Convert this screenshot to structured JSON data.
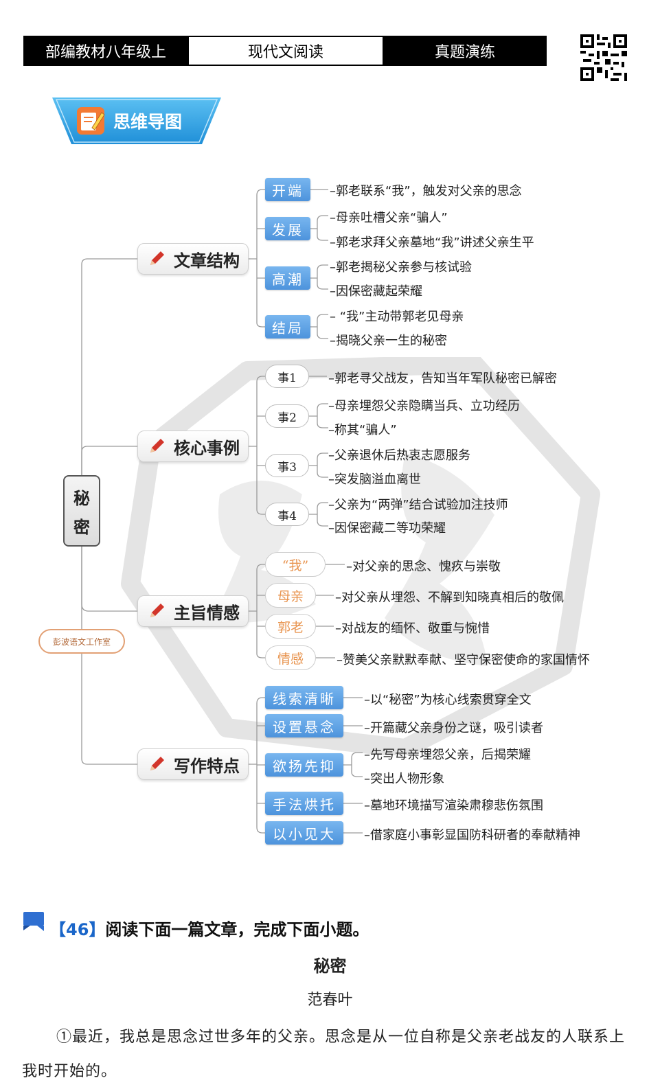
{
  "header": {
    "left": "部编教材八年级上",
    "middle": "现代文阅读",
    "right": "真题演练"
  },
  "banner": {
    "label": "思维导图"
  },
  "watermark_stamp": "彭波语文工作室",
  "mindmap": {
    "root": [
      "秘",
      "密"
    ],
    "branches": [
      {
        "label": "文章结构",
        "children": [
          {
            "tag": "开端",
            "leaves": [
              "–郭老联系“我”，触发对父亲的思念"
            ]
          },
          {
            "tag": "发展",
            "leaves": [
              "–母亲吐槽父亲“骗人”",
              "–郭老求拜父亲墓地“我”讲述父亲生平"
            ]
          },
          {
            "tag": "高潮",
            "leaves": [
              "–郭老揭秘父亲参与核试验",
              "–因保密藏起荣耀"
            ]
          },
          {
            "tag": "结局",
            "leaves": [
              "– “我”主动带郭老见母亲",
              "–揭晓父亲一生的秘密"
            ]
          }
        ]
      },
      {
        "label": "核心事例",
        "children": [
          {
            "tag": "事1",
            "leaves": [
              "–郭老寻父战友，告知当年军队秘密已解密"
            ]
          },
          {
            "tag": "事2",
            "leaves": [
              "–母亲埋怨父亲隐瞒当兵、立功经历",
              "–称其“骗人”"
            ]
          },
          {
            "tag": "事3",
            "leaves": [
              "–父亲退休后热衷志愿服务",
              "–突发脑溢血离世"
            ]
          },
          {
            "tag": "事4",
            "leaves": [
              "–父亲为“两弹”结合试验加注技师",
              "–因保密藏二等功荣耀"
            ]
          }
        ]
      },
      {
        "label": "主旨情感",
        "children": [
          {
            "tag": "“我”",
            "leaves": [
              "–对父亲的思念、愧疚与崇敬"
            ]
          },
          {
            "tag": "母亲",
            "leaves": [
              "–对父亲从埋怨、不解到知晓真相后的敬佩"
            ]
          },
          {
            "tag": "郭老",
            "leaves": [
              "–对战友的缅怀、敬重与惋惜"
            ]
          },
          {
            "tag": "情感",
            "leaves": [
              "–赞美父亲默默奉献、坚守保密使命的家国情怀"
            ]
          }
        ]
      },
      {
        "label": "写作特点",
        "children": [
          {
            "tag": "线索清晰",
            "leaves": [
              "–以“秘密”为核心线索贯穿全文"
            ]
          },
          {
            "tag": "设置悬念",
            "leaves": [
              "–开篇藏父亲身份之谜，吸引读者"
            ]
          },
          {
            "tag": "欲扬先抑",
            "leaves": [
              "–先写母亲埋怨父亲，后揭荣耀",
              "–突出人物形象"
            ]
          },
          {
            "tag": "手法烘托",
            "leaves": [
              "–墓地环境描写渲染肃穆悲伤氛围"
            ]
          },
          {
            "tag": "以小见大",
            "leaves": [
              "–借家庭小事彰显国防科研者的奉献精神"
            ]
          }
        ]
      }
    ]
  },
  "question": {
    "number": "【46】",
    "instruction": "阅读下面一篇文章，完成下面小题。",
    "title": "秘密",
    "author": "范春叶",
    "paragraph1": "①最近，我总是思念过世多年的父亲。思念是从一位自称是父亲老战友的人联系上我时开始的。"
  },
  "colors": {
    "blue_tag": "#5ea4e6",
    "orange_tag": "#e8944f",
    "question_number": "#1a66c9",
    "banner_blue": "#2f9fe0"
  }
}
